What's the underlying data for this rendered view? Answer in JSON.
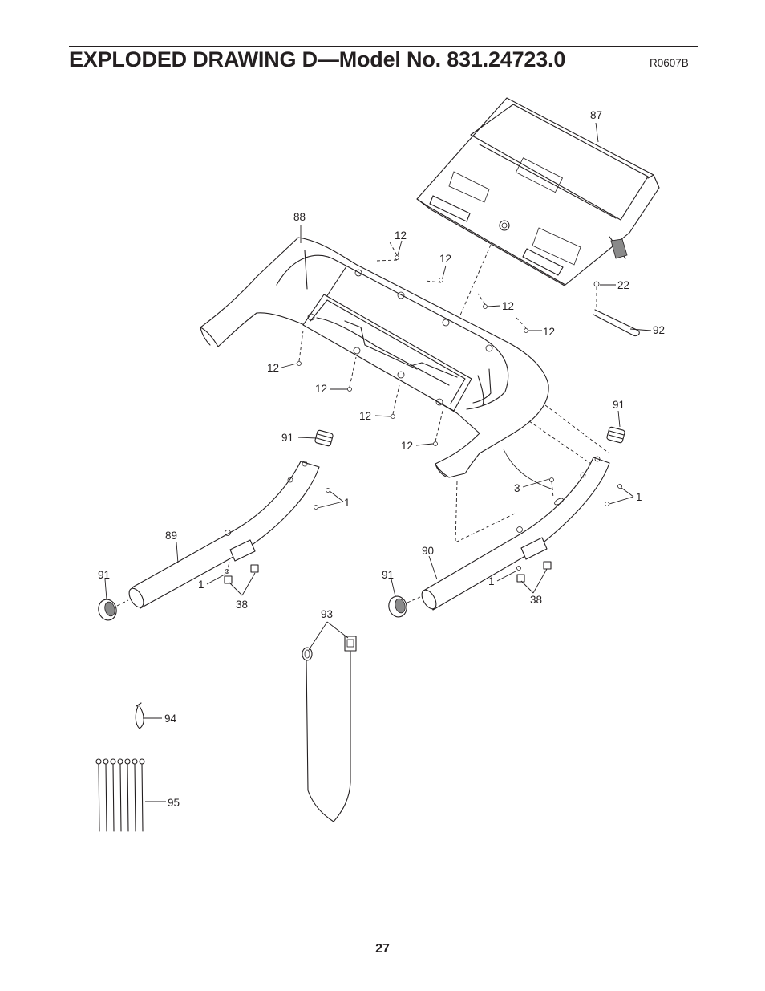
{
  "header": {
    "title": "EXPLODED DRAWING D—Model No. 831.24723.0",
    "drawing_code": "R0607B"
  },
  "footer": {
    "page_number": "27"
  },
  "callouts": {
    "c87": "87",
    "c88": "88",
    "c89": "89",
    "c90": "90",
    "c91a": "91",
    "c91b": "91",
    "c91c": "91",
    "c91d": "91",
    "c12a": "12",
    "c12b": "12",
    "c12c": "12",
    "c12d": "12",
    "c12e": "12",
    "c12f": "12",
    "c12g": "12",
    "c12h": "12",
    "c22": "22",
    "c92": "92",
    "c3": "3",
    "c1a": "1",
    "c1b": "1",
    "c1c": "1",
    "c1d": "1",
    "c38a": "38",
    "c38b": "38",
    "c93": "93",
    "c94": "94",
    "c95": "95"
  }
}
